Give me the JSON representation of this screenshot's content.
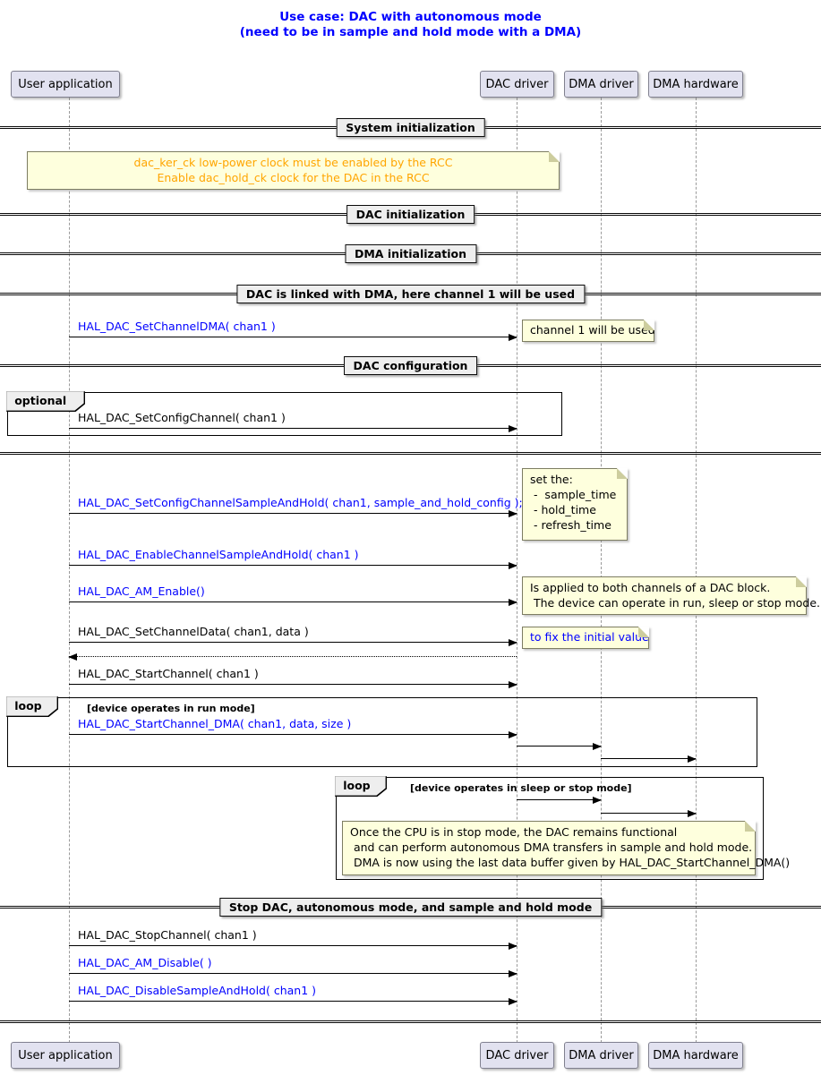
{
  "diagram_type": "uml-sequence-diagram",
  "title": {
    "line1": "Use case: DAC with autonomous mode",
    "line2": "(need to be in sample and hold mode with a DMA)"
  },
  "participants": [
    {
      "name": "User application"
    },
    {
      "name": "DAC driver"
    },
    {
      "name": "DMA driver"
    },
    {
      "name": "DMA hardware"
    }
  ],
  "dividers": [
    {
      "label": "System initialization"
    },
    {
      "label": "DAC initialization"
    },
    {
      "label": "DMA initialization"
    },
    {
      "label": "DAC is linked with DMA, here channel 1 will be used"
    },
    {
      "label": "DAC configuration"
    },
    {
      "label": "Stop DAC, autonomous mode, and sample and hold mode"
    }
  ],
  "frames": [
    {
      "label": "optional",
      "condition": ""
    },
    {
      "label": "loop",
      "condition": "[device operates in run mode]"
    },
    {
      "label": "loop",
      "condition": "[device operates in sleep or stop mode]"
    }
  ],
  "messages": [
    {
      "label": "HAL_DAC_SetChannelDMA( chan1 )",
      "color": "blue",
      "from": "User application",
      "to": "DAC driver"
    },
    {
      "label": "HAL_DAC_SetConfigChannel( chan1 )",
      "color": "black",
      "from": "User application",
      "to": "DAC driver"
    },
    {
      "label": "HAL_DAC_SetConfigChannelSampleAndHold( chan1, sample_and_hold_config );",
      "color": "blue",
      "from": "User application",
      "to": "DAC driver"
    },
    {
      "label": "HAL_DAC_EnableChannelSampleAndHold( chan1 )",
      "color": "blue",
      "from": "User application",
      "to": "DAC driver"
    },
    {
      "label": "HAL_DAC_AM_Enable()",
      "color": "blue",
      "from": "User application",
      "to": "DAC driver"
    },
    {
      "label": "HAL_DAC_SetChannelData( chan1, data )",
      "color": "black",
      "from": "User application",
      "to": "DAC driver"
    },
    {
      "label": "HAL_DAC_StartChannel( chan1 )",
      "color": "black",
      "from": "User application",
      "to": "DAC driver"
    },
    {
      "label": "HAL_DAC_StartChannel_DMA( chan1, data, size )",
      "color": "blue",
      "from": "User application",
      "to": "DAC driver"
    },
    {
      "label": "HAL_DAC_StopChannel( chan1 )",
      "color": "black",
      "from": "User application",
      "to": "DAC driver"
    },
    {
      "label": "HAL_DAC_AM_Disable( )",
      "color": "blue",
      "from": "User application",
      "to": "DAC driver"
    },
    {
      "label": "HAL_DAC_DisableSampleAndHold( chan1 )",
      "color": "blue",
      "from": "User application",
      "to": "DAC driver"
    }
  ],
  "notes": [
    {
      "text_color": "orange",
      "lines": [
        "dac_ker_ck low-power clock must be enabled by the RCC",
        "Enable dac_hold_ck clock for the DAC in the RCC"
      ]
    },
    {
      "text_color": "black",
      "lines": [
        "channel 1 will be used"
      ]
    },
    {
      "text_color": "black",
      "lines": [
        "set the:",
        " -  sample_time",
        " - hold_time",
        " - refresh_time"
      ]
    },
    {
      "text_color": "black",
      "lines": [
        "Is applied to both channels of a DAC block.",
        " The device can operate in run, sleep or stop mode."
      ]
    },
    {
      "text_color": "blue",
      "lines": [
        "to fix the initial value"
      ]
    },
    {
      "text_color": "black",
      "lines": [
        "Once the CPU is in stop mode, the DAC remains functional",
        " and can perform autonomous DMA transfers in sample and hold mode.",
        " DMA is now using the last data buffer given by HAL_DAC_StartChannel_DMA()"
      ]
    }
  ],
  "colors": {
    "title_blue": "#0000FF",
    "message_blue": "#0000FF",
    "note_background": "#FEFFDD",
    "note_text_orange": "#FFA500",
    "note_text_blue": "#0000FF",
    "participant_fill": "#E2E2F0",
    "frame_label_fill": "#EEEEEE",
    "divider_label_fill": "#EEEEEE"
  }
}
